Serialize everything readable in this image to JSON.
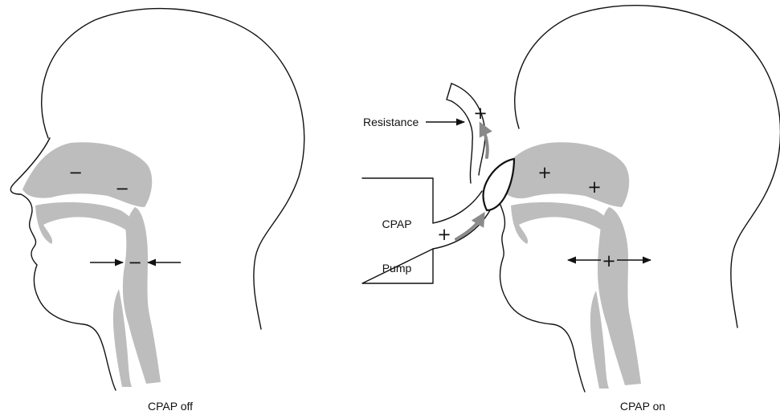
{
  "panels": {
    "left": {
      "caption": "CPAP off",
      "pressure_signs": [
        "−",
        "−",
        "−"
      ]
    },
    "right": {
      "caption": "CPAP on",
      "pressure_signs": [
        "+",
        "+",
        "+"
      ]
    }
  },
  "device": {
    "label_top": "CPAP",
    "label_bottom": "Pump",
    "tube_signs": [
      "+",
      "+"
    ]
  },
  "annotations": {
    "resistance": "Resistance"
  },
  "colors": {
    "airway_fill": "#bdbdbd",
    "line": "#111111",
    "flow_arrow": "#8a8a8a"
  }
}
